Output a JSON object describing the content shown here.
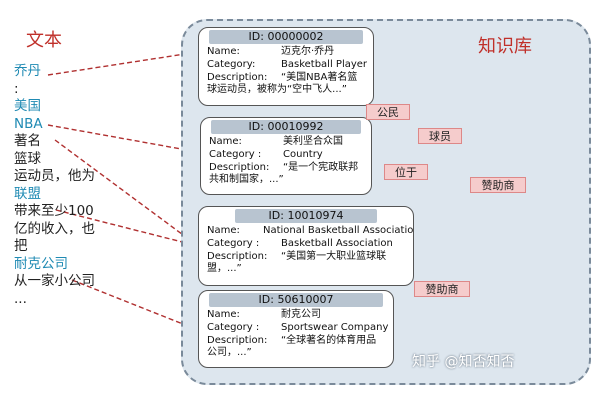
{
  "labels": {
    "text_title": "文本",
    "kb_title": "知识库"
  },
  "text_segments": [
    {
      "text": "乔丹",
      "hl": true
    },
    {
      "text": ":",
      "hl": false
    },
    {
      "text": "美国",
      "hl": true
    },
    {
      "text": "NBA",
      "hl": true
    },
    {
      "text": "著名",
      "hl": false
    },
    {
      "text": "篮球",
      "hl": false
    },
    {
      "text": "运动员，他为",
      "hl": false
    },
    {
      "text": "联盟",
      "hl": true
    },
    {
      "text": "带来至少100",
      "hl": false
    },
    {
      "text": "亿的收入，也",
      "hl": false
    },
    {
      "text": "把",
      "hl": false
    },
    {
      "text": "耐克公司",
      "hl": true
    },
    {
      "text": "从一家小公司",
      "hl": false
    },
    {
      "text": "...",
      "hl": false
    }
  ],
  "entities": [
    {
      "id": "ID: 00000002",
      "name_key": "Name:",
      "name": "迈克尔·乔丹",
      "category_key": "Category:",
      "category": "Basketball Player",
      "description_key": "Description:",
      "description": "“美国NBA著名篮球运动员，被称为“空中飞人...”"
    },
    {
      "id": "ID: 00010992",
      "name_key": "Name:",
      "name": "美利坚合众国",
      "category_key": "Category :",
      "category": "Country",
      "description_key": "Description:",
      "description": "“是一个宪政联邦共和制国家，...”"
    },
    {
      "id": "ID: 10010974",
      "name_key": "Name:",
      "name": "National Basketball Association",
      "category_key": "Category :",
      "category": "Basketball Association",
      "description_key": "Description:",
      "description": "“美国第一大职业篮球联盟，...”"
    },
    {
      "id": "ID: 50610007",
      "name_key": "Name:",
      "name": "耐克公司",
      "category_key": "Category :",
      "category": "Sportswear Company",
      "description_key": "Description:",
      "description": "“全球著名的体育用品公司，...”"
    }
  ],
  "relations": [
    "公民",
    "球员",
    "位于",
    "赞助商",
    "赞助商"
  ],
  "watermark": "知乎 @知否知否"
}
